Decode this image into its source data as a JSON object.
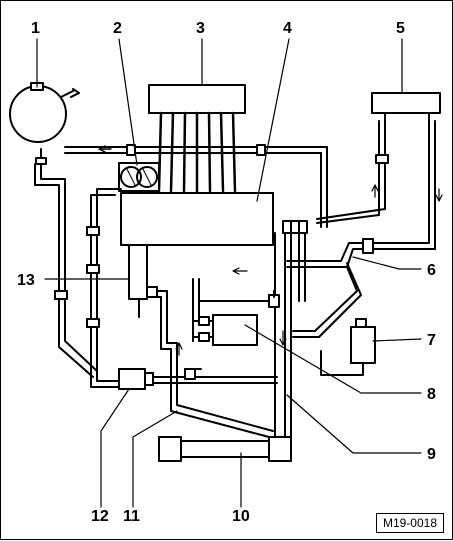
{
  "figure": {
    "code": "M19-0018"
  },
  "callouts": {
    "c1": "1",
    "c2": "2",
    "c3": "3",
    "c4": "4",
    "c5": "5",
    "c6": "6",
    "c7": "7",
    "c8": "8",
    "c9": "9",
    "c10": "10",
    "c11": "11",
    "c12": "12",
    "c13": "13"
  }
}
